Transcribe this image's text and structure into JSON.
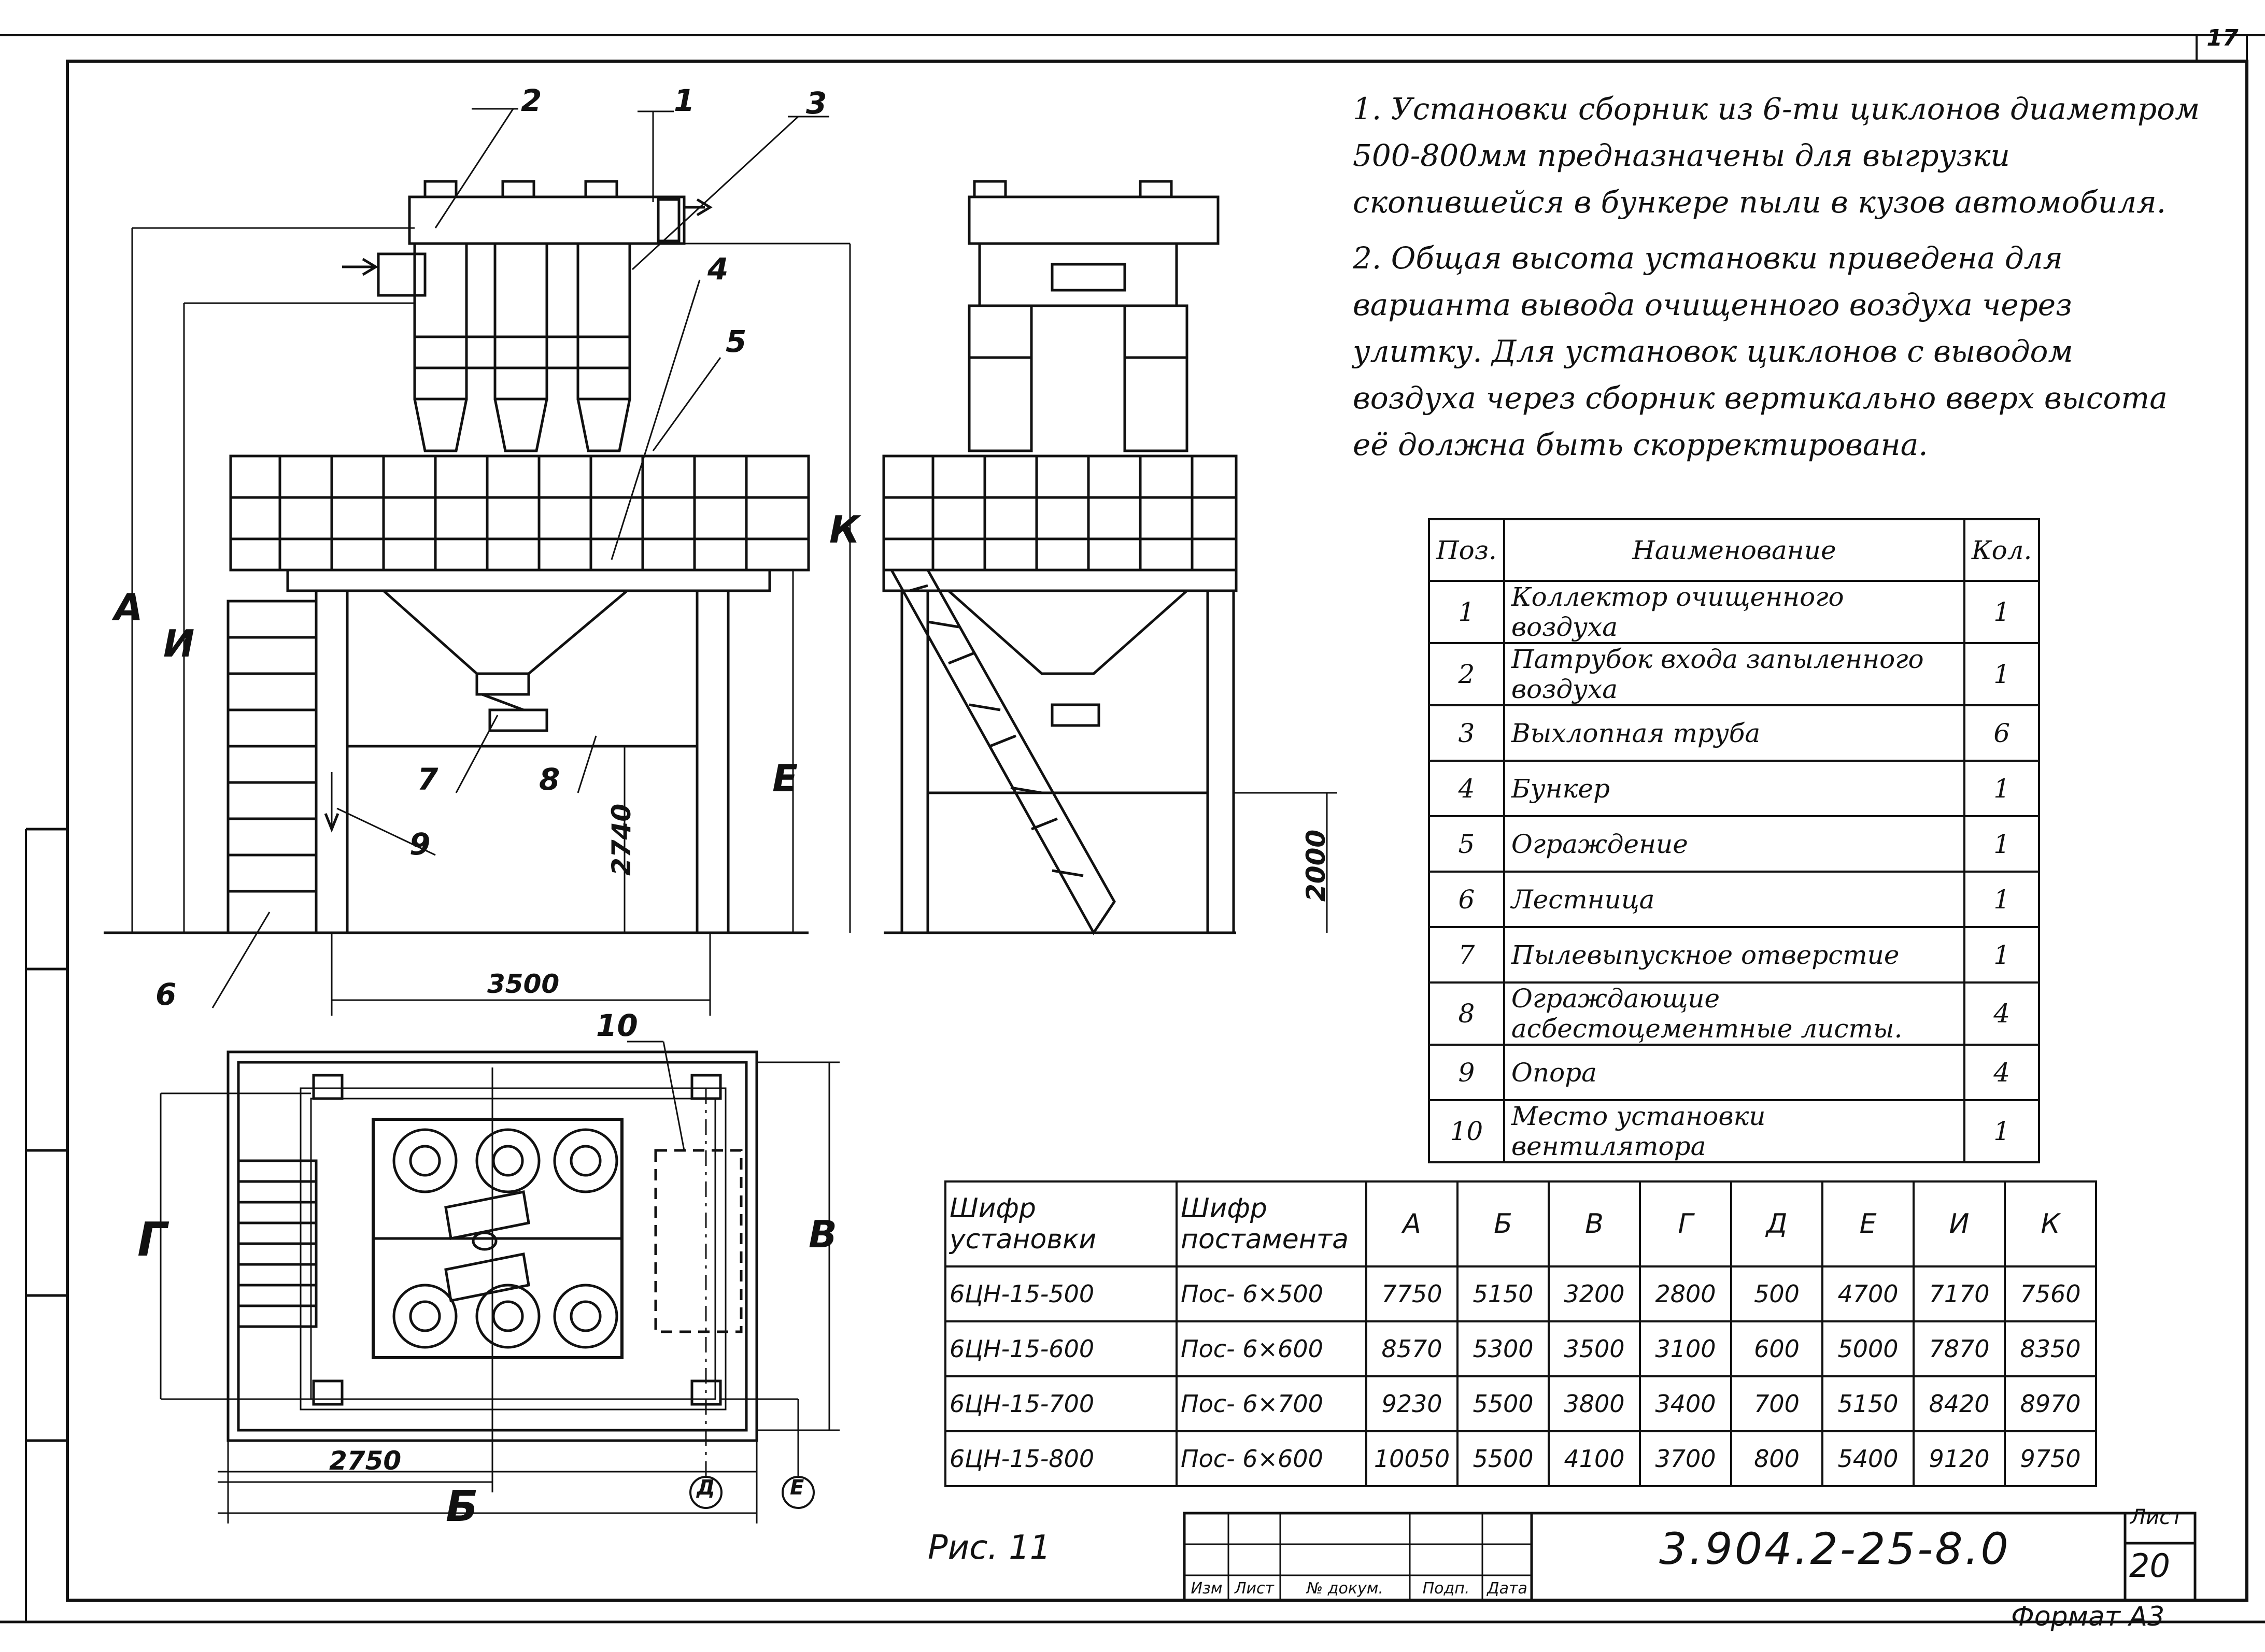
{
  "notes": [
    "1. Установки сборник из 6-ти циклонов диаметром 500-800мм предназначены для выгрузки скопившейся в бункере пыли в кузов автомобиля.",
    "2. Общая высота установки приведена для варианта вывода очищенного воздуха через улитку. Для установок циклонов с выводом воздуха через сборник вертикально вверх высота её должна быть скорректирована."
  ],
  "spec_table": {
    "headers": [
      "Поз.",
      "Наименование",
      "Кол."
    ],
    "rows": [
      [
        "1",
        "Коллектор очищенного воздуха",
        "1"
      ],
      [
        "2",
        "Патрубок входа запыленного воздуха",
        "1"
      ],
      [
        "3",
        "Выхлопная труба",
        "6"
      ],
      [
        "4",
        "Бункер",
        "1"
      ],
      [
        "5",
        "Ограждение",
        "1"
      ],
      [
        "6",
        "Лестница",
        "1"
      ],
      [
        "7",
        "Пылевыпускное отверстие",
        "1"
      ],
      [
        "8",
        "Ограждающие асбестоцементные листы.",
        "4"
      ],
      [
        "9",
        "Опора",
        "4"
      ],
      [
        "10",
        "Место установки вентилятора",
        "1"
      ]
    ]
  },
  "dims_table": {
    "headers": [
      "Шифр установки",
      "Шифр постамента",
      "А",
      "Б",
      "В",
      "Г",
      "Д",
      "Е",
      "И",
      "К"
    ],
    "rows": [
      [
        "6ЦН-15-500",
        "Пос- 6×500",
        "7750",
        "5150",
        "3200",
        "2800",
        "500",
        "4700",
        "7170",
        "7560"
      ],
      [
        "6ЦН-15-600",
        "Пос- 6×600",
        "8570",
        "5300",
        "3500",
        "3100",
        "600",
        "5000",
        "7870",
        "8350"
      ],
      [
        "6ЦН-15-700",
        "Пос- 6×700",
        "9230",
        "5500",
        "3800",
        "3400",
        "700",
        "5150",
        "8420",
        "8970"
      ],
      [
        "6ЦН-15-800",
        "Пос- 6×600",
        "10050",
        "5500",
        "4100",
        "3700",
        "800",
        "5400",
        "9120",
        "9750"
      ]
    ]
  },
  "drawing": {
    "callouts": [
      "1",
      "2",
      "3",
      "4",
      "5",
      "6",
      "7",
      "8",
      "9",
      "10"
    ],
    "dimensions": {
      "width_front": "3500",
      "height_clear": "2740",
      "height_side": "2000",
      "plan_offset": "2750"
    },
    "letters": {
      "A": "А",
      "I": "И",
      "K": "К",
      "E": "Е",
      "G": "Г",
      "V": "В",
      "B": "Б",
      "D": "Д"
    },
    "axis_marks": [
      "Д",
      "Е"
    ]
  },
  "title_block": {
    "sheet_top": "17",
    "figure": "Рис. 11",
    "doc_code": "3.904.2-25-8.0",
    "sheet_label": "Лист",
    "sheet_number": "20",
    "columns": [
      "Изм",
      "Лист",
      "№ докум.",
      "Подп.",
      "Дата"
    ],
    "format": "Формат А3"
  }
}
